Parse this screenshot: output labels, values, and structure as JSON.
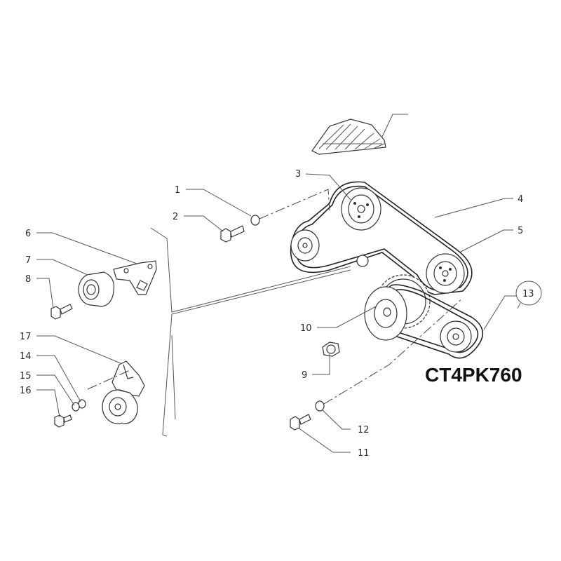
{
  "diagram": {
    "part_code": "CT4PK760",
    "callouts": {
      "c1": "1",
      "c2": "2",
      "c3": "3",
      "c4": "4",
      "c5": "5",
      "c6": "6",
      "c7": "7",
      "c8": "8",
      "c9": "9",
      "c10": "10",
      "c11": "11",
      "c12": "12",
      "c13": "13",
      "c14": "14",
      "c15": "15",
      "c16": "16",
      "c17": "17"
    }
  }
}
